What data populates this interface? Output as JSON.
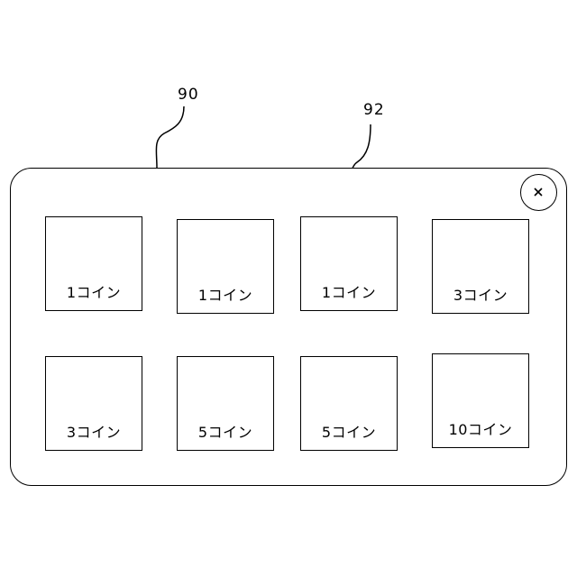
{
  "reference_numerals": {
    "dialog": "90",
    "item": "92"
  },
  "dialog": {
    "close_symbol": "×",
    "items": [
      {
        "label": "1コイン"
      },
      {
        "label": "1コイン"
      },
      {
        "label": "1コイン"
      },
      {
        "label": "3コイン"
      },
      {
        "label": "3コイン"
      },
      {
        "label": "5コイン"
      },
      {
        "label": "5コイン"
      },
      {
        "label": "10コイン"
      }
    ]
  }
}
